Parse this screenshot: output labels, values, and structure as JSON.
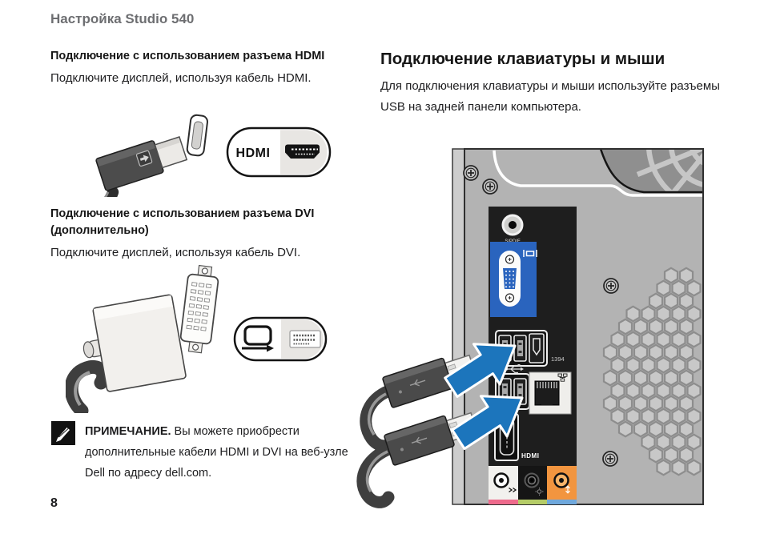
{
  "page": {
    "header": "Настройка Studio 540",
    "number": "8"
  },
  "sections": {
    "hdmi": {
      "heading": "Подключение с использованием разъема HDMI",
      "body": "Подключите дисплей, используя кабель HDMI.",
      "badge": "HDMI"
    },
    "dvi": {
      "heading": "Подключение с использованием разъема DVI (дополнительно)",
      "body": "Подключите дисплей, используя кабель DVI."
    },
    "note": {
      "label": "ПРИМЕЧАНИЕ.",
      "text": " Вы можете приобрести дополнительные кабели HDMI и DVI на веб-узле Dell по адресу dell.com."
    },
    "keyboard": {
      "heading": "Подключение клавиатуры и мыши",
      "body": "Для подключения клавиатуры и мыши используйте разъемы USB на задней панели компьютера."
    }
  },
  "back_panel": {
    "labels": {
      "spdif": "S/PDIF",
      "firewire": "1394",
      "hdmi": "HDMI"
    },
    "colors": {
      "vga_blue": "#2a64be",
      "arrow_blue": "#1c75bc",
      "audio_orange": "#f2953f",
      "strip_pink": "#ee6a8c",
      "strip_green": "#b5cc67",
      "strip_blue": "#6fa8dc"
    }
  }
}
